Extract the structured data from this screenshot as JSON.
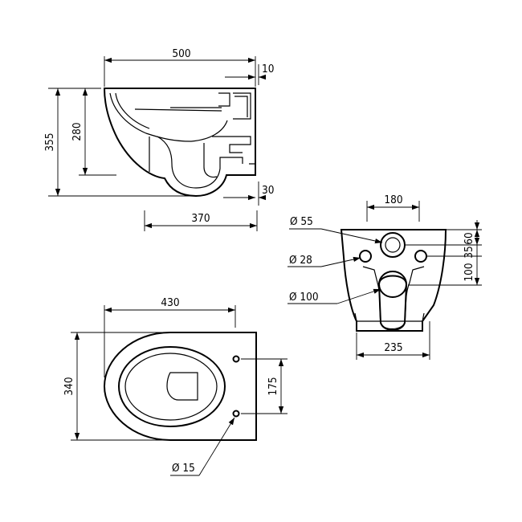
{
  "dimensions": {
    "side_width": "500",
    "side_gap": "10",
    "side_height_total": "355",
    "side_height_bowl": "280",
    "side_bottom_offset": "30",
    "side_base_length": "370",
    "rear_width_top": "180",
    "rear_width_bottom": "235",
    "rear_v1": "60",
    "rear_v2": "35",
    "rear_v3": "100",
    "rear_d_outlet": "Ø 55",
    "rear_d_bolt": "Ø 28",
    "rear_d_waste": "Ø 100",
    "top_width": "430",
    "top_height": "340",
    "top_hole_spacing": "175",
    "top_hole_d": "Ø 15"
  }
}
